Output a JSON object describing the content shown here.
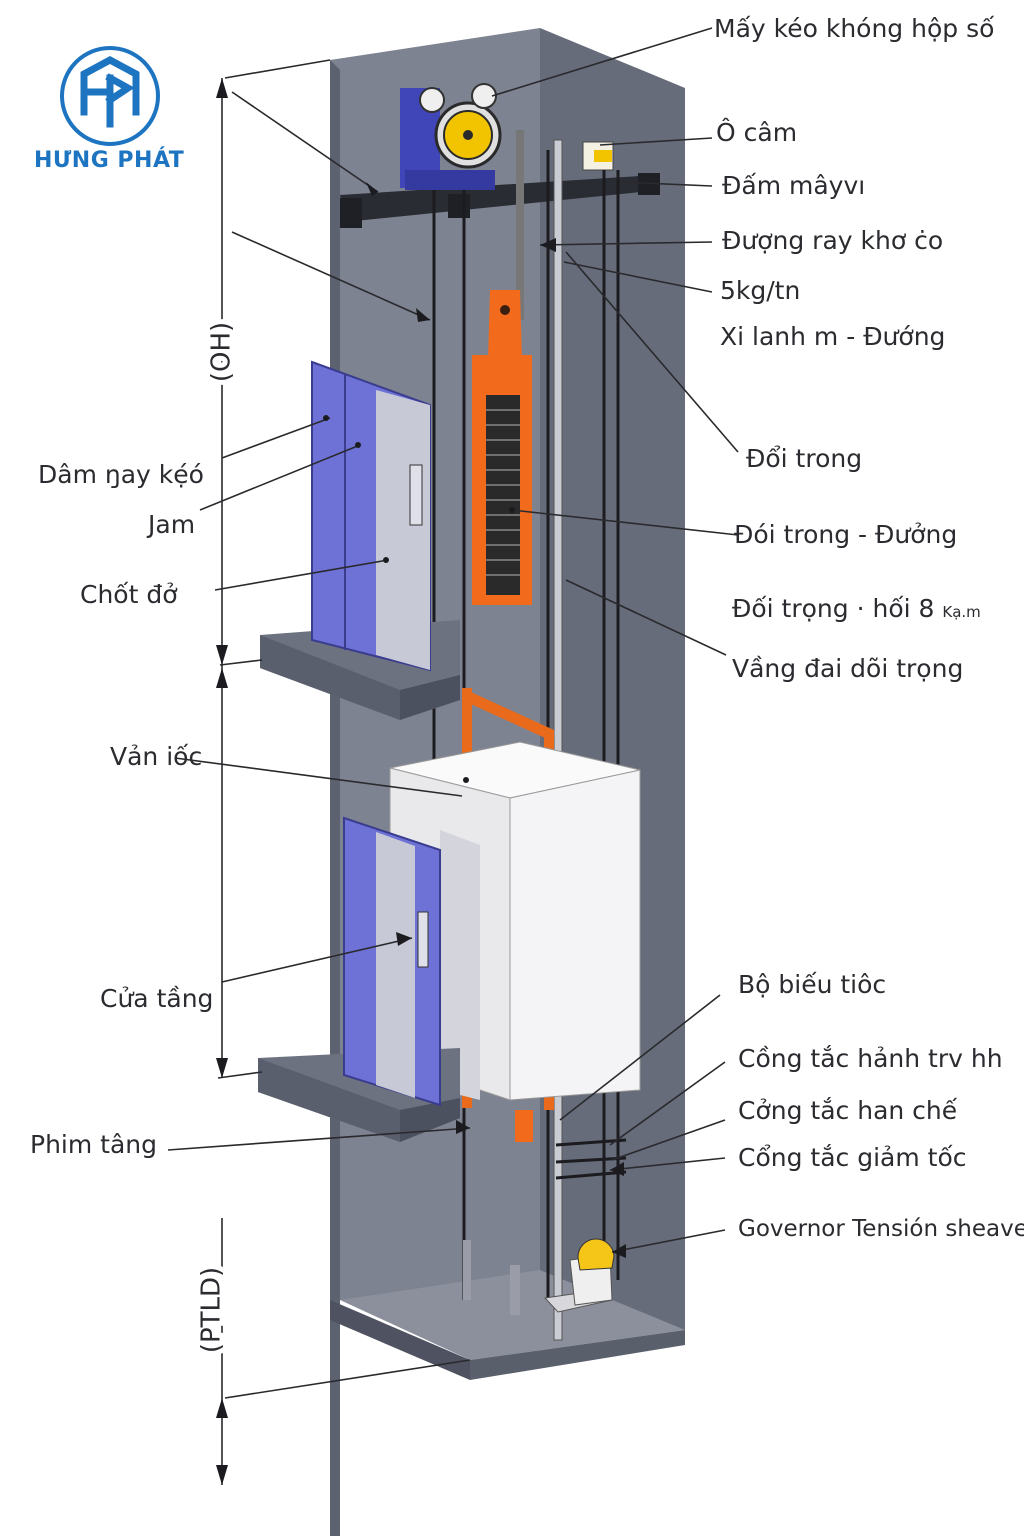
{
  "brand": {
    "name": "HƯNG PHÁT",
    "monogram": "HP",
    "color": "#1d74c0"
  },
  "dimensions": {
    "overhead": "(OH)",
    "pit": "(PTLD)"
  },
  "labels": {
    "machine": "Mấy kéo khóng hộp số",
    "lock": "Ô câm",
    "machine_beam": "Đấm mâyvı",
    "rail_dry": "Đượng ray khơ ċo",
    "weight_5kg": "5kg/tn",
    "cylinder": "Xi lanh m - Đướng",
    "counterweight": "Đổi trong",
    "counterweight_rail": "Đói trong - Đưởng",
    "counterweight_8": "Đối trọng · hối 8",
    "counterweight_8_unit": "Kạ.m",
    "cw_belt": "Vầng đai dõi trọng",
    "traction_beam": "Dâm ŋay kẹ́ó",
    "jam": "Jam",
    "pin": "Chốt đở",
    "floor_plate": "Vản iốc",
    "floor_door": "Cửa tầng",
    "floor_sill": "Phim tâng",
    "speed_gauge": "Bộ biếu tiôc",
    "travel_switch": "Cồng tắc hảnh trv hh",
    "limit_switch": "Cởng tắc han chế",
    "slow_switch": "Cổng tắc giảm tốc",
    "governor": "Governor Tensión  sheave"
  },
  "colors": {
    "shaft": "#6f7482",
    "shaft_light": "#8a8f9c",
    "door": "#6e72d6",
    "counterweight_frame": "#f26b1d",
    "cabin": "#f0f0f2",
    "governor": "#f5c518",
    "rope": "#1c1c20"
  }
}
